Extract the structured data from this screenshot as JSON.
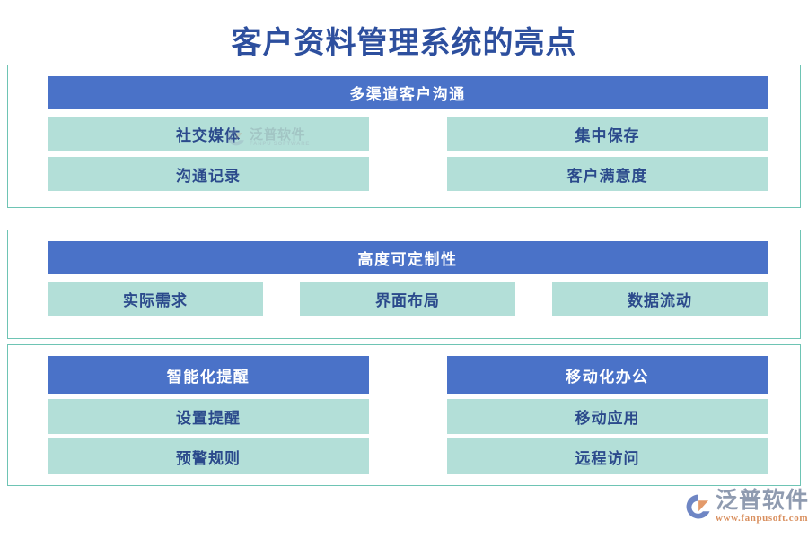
{
  "page": {
    "title": "客户资料管理系统的亮点",
    "title_color": "#2d4f9e",
    "background": "#ffffff"
  },
  "colors": {
    "header_bar": "#4a72c8",
    "header_text": "#ffffff",
    "item_bar": "#b3dfd8",
    "item_text": "#2b4a8c",
    "card_border": "#6ec4b4"
  },
  "cards": [
    {
      "layout": "single-header-two-column",
      "header": "多渠道客户沟通",
      "items": [
        "社交媒体",
        "集中保存",
        "沟通记录",
        "客户满意度"
      ]
    },
    {
      "layout": "single-header-three-column",
      "header": "高度可定制性",
      "items": [
        "实际需求",
        "界面布局",
        "数据流动"
      ]
    },
    {
      "layout": "two-group",
      "groups": [
        {
          "header": "智能化提醒",
          "items": [
            "设置提醒",
            "预警规则"
          ]
        },
        {
          "header": "移动化办公",
          "items": [
            "移动应用",
            "远程访问"
          ]
        }
      ]
    }
  ],
  "watermark": {
    "cn": "泛普软件",
    "en": "FANPU SOFTWARE"
  },
  "brand": {
    "name": "泛普软件",
    "url": "www.fanpusoft.com",
    "mark_blue": "#6f86c4",
    "mark_orange": "#e39a6a"
  }
}
